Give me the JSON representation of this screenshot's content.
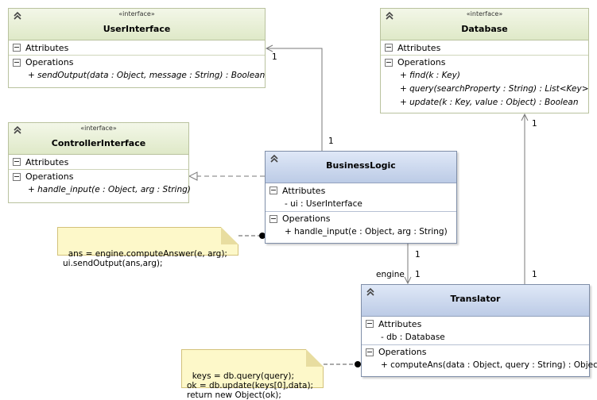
{
  "classes": {
    "user_interface": {
      "stereotype": "«interface»",
      "name": "UserInterface",
      "attributes_label": "Attributes",
      "operations_label": "Operations",
      "operations": [
        "+ sendOutput(data : Object, message : String) : Boolean"
      ]
    },
    "database": {
      "stereotype": "«interface»",
      "name": "Database",
      "attributes_label": "Attributes",
      "operations_label": "Operations",
      "operations": [
        "+ find(k : Key)",
        "+ query(searchProperty : String) : List<Key>",
        "+ update(k : Key, value : Object) : Boolean"
      ]
    },
    "controller_interface": {
      "stereotype": "«interface»",
      "name": "ControllerInterface",
      "attributes_label": "Attributes",
      "operations_label": "Operations",
      "operations": [
        "+ handle_input(e : Object, arg : String)"
      ]
    },
    "business_logic": {
      "name": "BusinessLogic",
      "attributes_label": "Attributes",
      "attributes": [
        "- ui : UserInterface"
      ],
      "operations_label": "Operations",
      "operations": [
        "+ handle_input(e : Object, arg : String)"
      ]
    },
    "translator": {
      "name": "Translator",
      "attributes_label": "Attributes",
      "attributes": [
        "- db : Database"
      ],
      "operations_label": "Operations",
      "operations": [
        "+ computeAns(data : Object, query : String) : Object"
      ]
    }
  },
  "notes": {
    "business_logic_note": "ans = engine.computeAnswer(e, arg);\nui.sendOutput(ans,arg);",
    "translator_note": "keys = db.query(query);\nok = db.update(keys[0],data);\nreturn new Object(ok);"
  },
  "multiplicities": {
    "ui_end": "1",
    "bl_to_ui_end": "1",
    "db_end": "1",
    "translator_to_db_end": "1",
    "bl_to_engine": "1",
    "engine_end": "1"
  },
  "role_labels": {
    "engine": "engine"
  },
  "icons": {
    "collapse": "double-chevron-up-icon",
    "compartment": "minus-box-icon"
  },
  "colors": {
    "interface_header": "#dfe9c8",
    "class_header": "#bccbe6",
    "note_fill": "#fdf8c9",
    "connector": "#7a7a7a"
  }
}
